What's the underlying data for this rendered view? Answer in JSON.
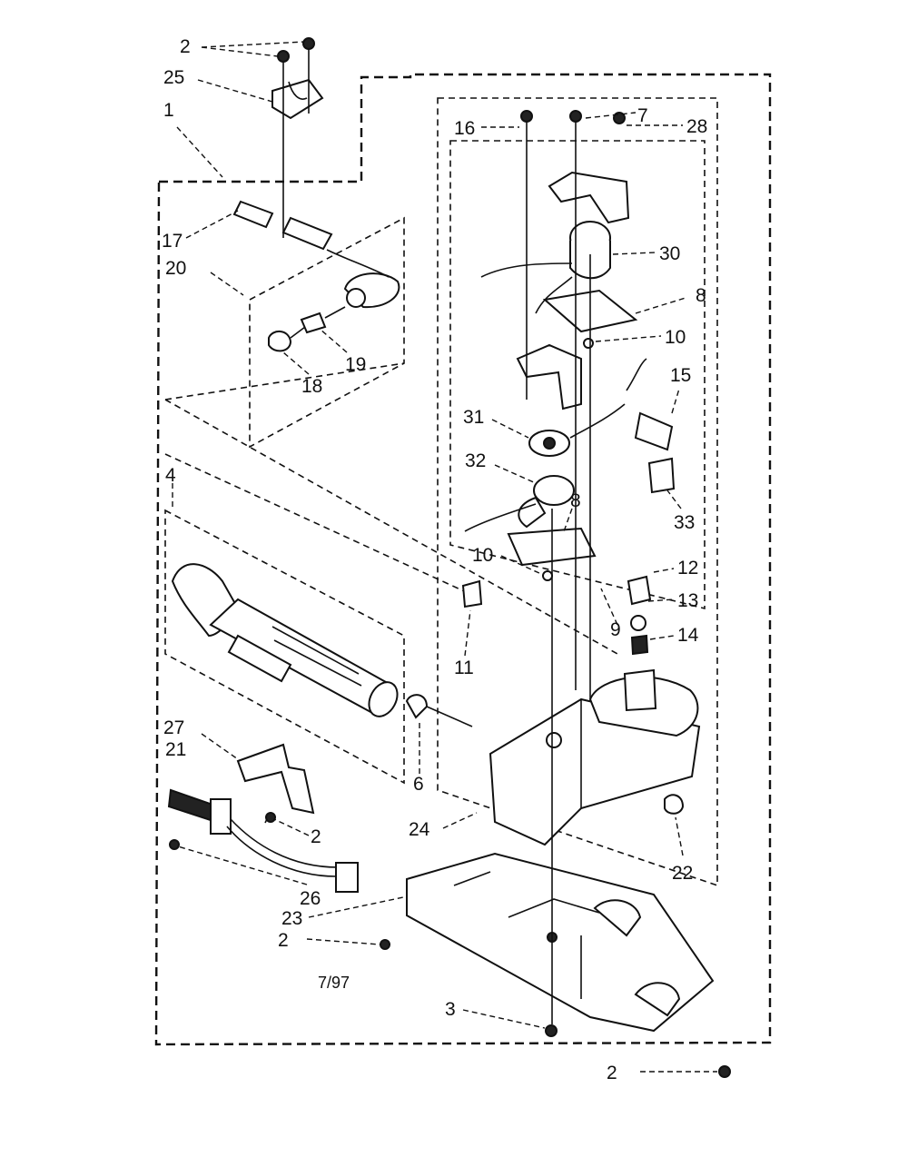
{
  "diagram": {
    "labels": {
      "l2a": "2",
      "l25": "25",
      "l1": "1",
      "l17": "17",
      "l20": "20",
      "l18": "18",
      "l19": "19",
      "l4": "4",
      "l27": "27",
      "l21": "21",
      "l2b": "2",
      "l26": "26",
      "l23": "23",
      "l2c": "2",
      "l3": "3",
      "l2d": "2",
      "l6": "6",
      "l24": "24",
      "l22": "22",
      "l16": "16",
      "l7": "7",
      "l28": "28",
      "l30": "30",
      "l8a": "8",
      "l10a": "10",
      "l15": "15",
      "l31": "31",
      "l32": "32",
      "l8b": "8",
      "l33": "33",
      "l10b": "10",
      "l12": "12",
      "l13": "13",
      "l9": "9",
      "l14": "14",
      "l11": "11",
      "date_code": "7/97"
    }
  }
}
